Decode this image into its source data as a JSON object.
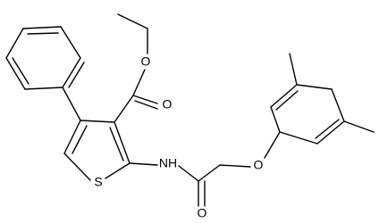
{
  "molecule": {
    "atom_labels": {
      "ester_ether_o": "O",
      "ester_carbonyl_o": "O",
      "thiophene_s": "S",
      "amide_nh": "NH",
      "amide_carbonyl_o": "O",
      "aryl_ether_o": "O"
    },
    "colors": {
      "bond": "#000000",
      "label": "#000000",
      "background": "#ffffff"
    }
  }
}
